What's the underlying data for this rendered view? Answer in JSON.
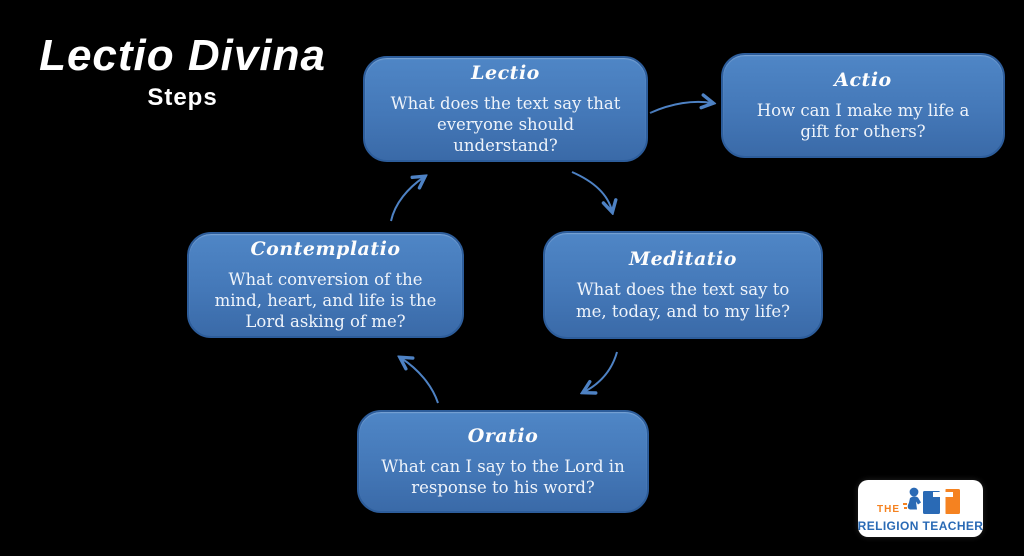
{
  "title": {
    "main": "Lectio Divina",
    "subtitle": "Steps"
  },
  "nodes": [
    {
      "id": "lectio",
      "title": "Lectio",
      "text": "What does the text say that everyone should understand?"
    },
    {
      "id": "actio",
      "title": "Actio",
      "text": "How can I make my life a gift for others?"
    },
    {
      "id": "meditatio",
      "title": "Meditatio",
      "text": "What does the text say to me, today, and to my life?"
    },
    {
      "id": "contemplatio",
      "title": "Contemplatio",
      "text": "What conversion of the mind, heart, and life is the Lord asking of me?"
    },
    {
      "id": "oratio",
      "title": "Oratio",
      "text": "What can I say to the Lord in response to his word?"
    }
  ],
  "arrows": [
    {
      "from": "lectio",
      "to": "actio"
    },
    {
      "from": "lectio",
      "to": "meditatio"
    },
    {
      "from": "meditatio",
      "to": "oratio"
    },
    {
      "from": "oratio",
      "to": "contemplatio"
    },
    {
      "from": "contemplatio",
      "to": "lectio"
    }
  ],
  "logo": {
    "line1": "THE",
    "line2": "RELIGION TEACHER"
  },
  "colors": {
    "background": "#000000",
    "box_top": "#4f86c6",
    "box_bottom": "#3a6aa8",
    "box_border": "#2d5d9b",
    "arrow": "#4e82c4",
    "logo_orange": "#f58220",
    "logo_blue": "#2a6ab5"
  }
}
